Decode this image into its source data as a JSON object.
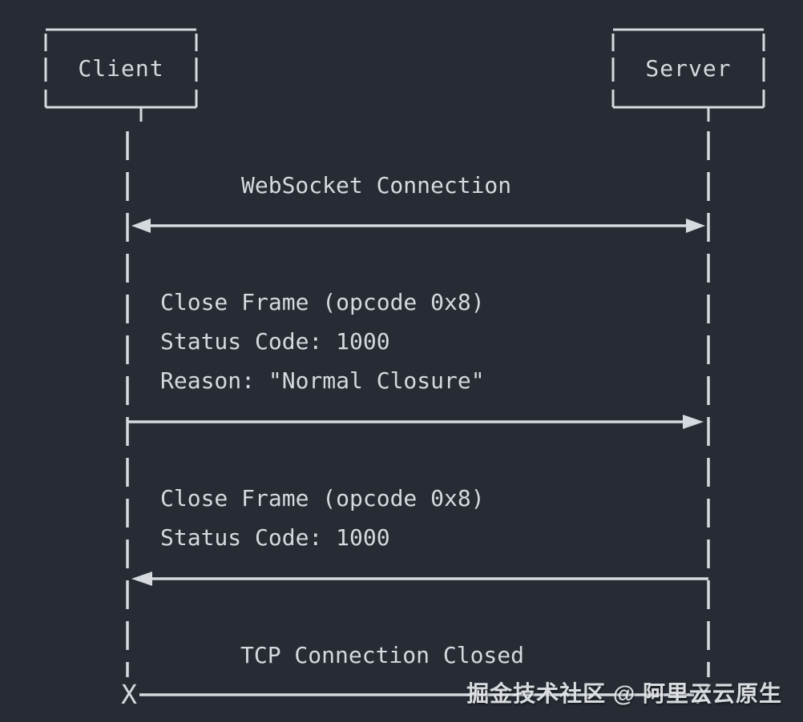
{
  "diagram": {
    "type": "sequence-diagram",
    "actors": {
      "client": "Client",
      "server": "Server"
    },
    "labels": {
      "websocket_connection": "WebSocket Connection",
      "tcp_closed": "TCP Connection Closed"
    },
    "message1": {
      "line1": "Close Frame (opcode 0x8)",
      "line2": "Status Code: 1000",
      "line3": "Reason: \"Normal Closure\""
    },
    "message2": {
      "line1": "Close Frame (opcode 0x8)",
      "line2": "Status Code: 1000"
    },
    "termination_marker": "X",
    "watermark": "掘金技术社区 @ 阿里云云原生",
    "colors": {
      "background": "#262b34",
      "foreground": "#d6dade",
      "watermark": "#e3e6e9"
    }
  }
}
